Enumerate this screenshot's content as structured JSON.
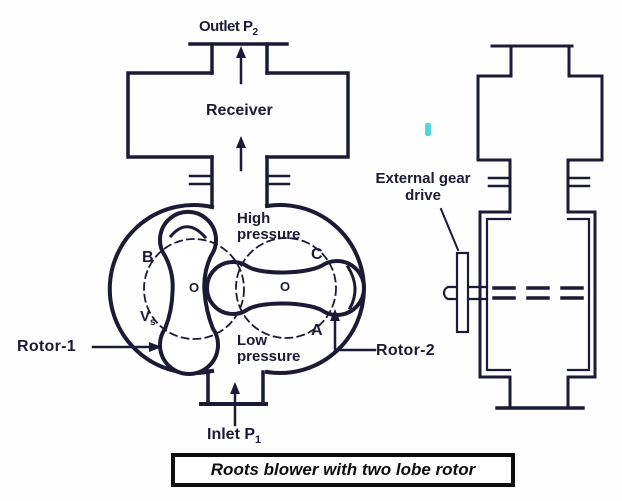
{
  "page": {
    "colors": {
      "ink": "#1b1b35",
      "caption": "#0d0d0d",
      "accent_cyan": "#35ced8",
      "background": "#fefefe"
    }
  },
  "left_view": {
    "outlet_label": {
      "text": "Outlet P",
      "sub": "2"
    },
    "receiver_label": "Receiver",
    "high_pressure": {
      "line1": "High",
      "line2": "pressure"
    },
    "low_pressure": {
      "line1": "Low",
      "line2": "pressure"
    },
    "point_b": "B",
    "point_c": "C",
    "point_a": "A",
    "vs_label": {
      "text": "V",
      "sub": "s"
    },
    "rotor1_center": "O",
    "rotor2_center": "O",
    "rotor1_label": "Rotor-1",
    "rotor2_label": "Rotor-2",
    "inlet_label": {
      "text": "Inlet P",
      "sub": "1"
    }
  },
  "right_view": {
    "gear_label": {
      "line1": "External gear",
      "line2": "drive"
    }
  },
  "caption": {
    "text": "Roots blower with two lobe rotor"
  }
}
